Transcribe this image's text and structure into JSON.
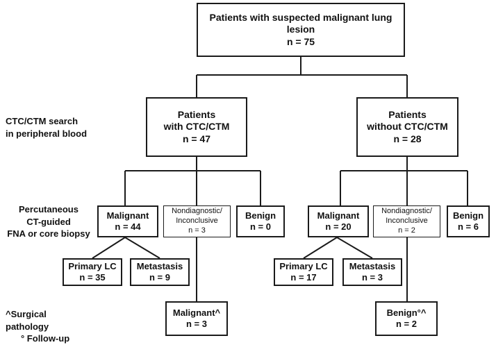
{
  "root": {
    "line1": "Patients with suspected malignant lung lesion",
    "line2": "n = 75"
  },
  "left_group": {
    "title": {
      "line1": "Patients",
      "line2": "with CTC/CTM",
      "line3": "n = 47"
    },
    "malignant": {
      "line1": "Malignant",
      "line2": "n = 44"
    },
    "nondiagnostic": {
      "line1": "Nondiagnostic/",
      "line2": "Inconclusive",
      "line3": "n = 3"
    },
    "benign": {
      "line1": "Benign",
      "line2": "n = 0"
    },
    "primary": {
      "line1": "Primary LC",
      "line2": "n = 35"
    },
    "metastasis": {
      "line1": "Metastasis",
      "line2": "n = 9"
    },
    "outcome": {
      "line1": "Malignant^",
      "line2": "n = 3"
    }
  },
  "right_group": {
    "title": {
      "line1": "Patients",
      "line2": "without CTC/CTM",
      "line3": "n = 28"
    },
    "malignant": {
      "line1": "Malignant",
      "line2": "n = 20"
    },
    "nondiagnostic": {
      "line1": "Nondiagnostic/",
      "line2": "Inconclusive",
      "line3": "n = 2"
    },
    "benign": {
      "line1": "Benign",
      "line2": "n = 6"
    },
    "primary": {
      "line1": "Primary LC",
      "line2": "n = 17"
    },
    "metastasis": {
      "line1": "Metastasis",
      "line2": "n = 3"
    },
    "outcome": {
      "line1": "Benign°^",
      "line2": "n = 2"
    }
  },
  "side_labels": {
    "ctc_search": {
      "line1": "CTC/CTM  search",
      "line2": "in peripheral blood"
    },
    "biopsy": {
      "line1": "Percutaneous",
      "line2": "CT-guided",
      "line3": "FNA or core biopsy"
    },
    "legend": {
      "line1": "^Surgical pathology",
      "line2": "°  Follow-up"
    }
  }
}
